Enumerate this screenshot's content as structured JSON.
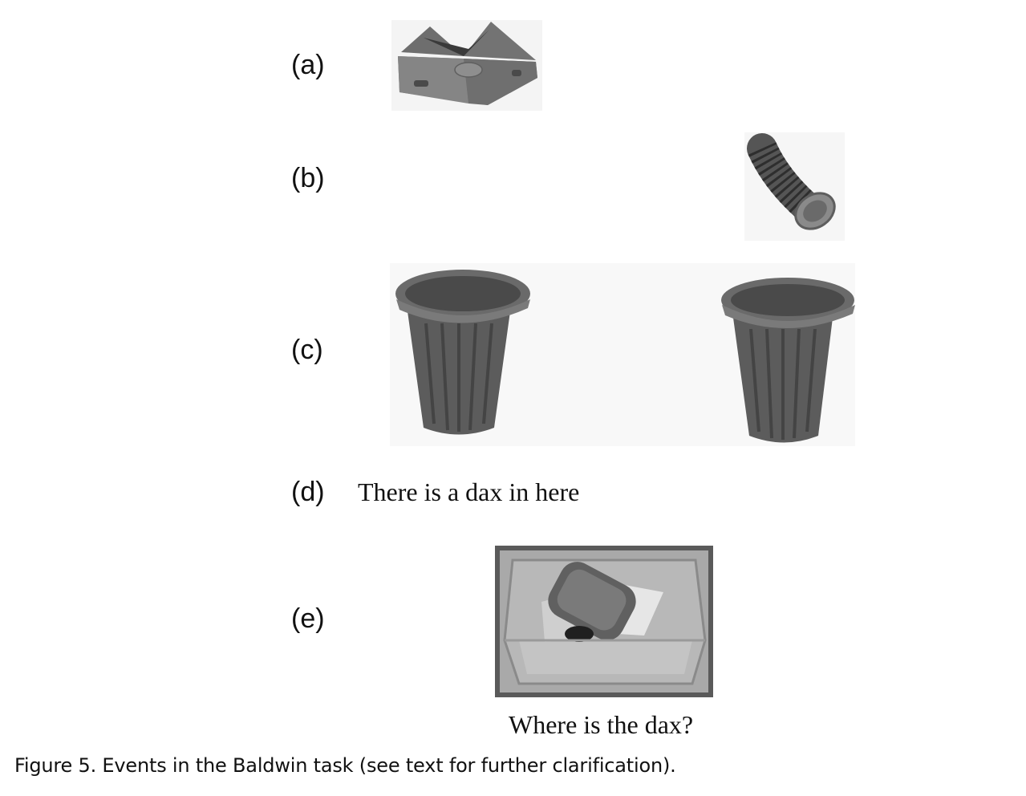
{
  "figure": {
    "panels": [
      {
        "label": "(a)",
        "picture": "pentagonal-box"
      },
      {
        "label": "(b)",
        "picture": "curved-tube"
      },
      {
        "label": "(c)",
        "picture": "two-bins"
      },
      {
        "label": "(d)",
        "text": "There is a dax in here"
      },
      {
        "label": "(e)",
        "picture": "basin-with-object",
        "question": "Where is the dax?"
      }
    ],
    "caption": "Figure 5. Events in the Baldwin task (see text for further clarification)."
  }
}
